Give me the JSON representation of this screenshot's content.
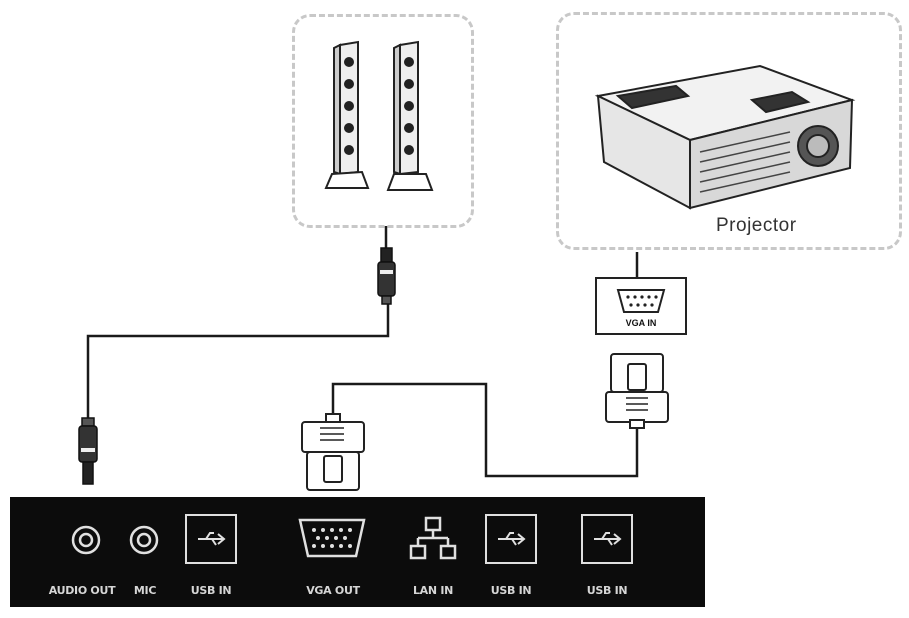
{
  "devices": {
    "projector_label": "Projector",
    "vga_in_label": "VGA IN"
  },
  "panel": {
    "ports": [
      {
        "label": "AUDIO OUT"
      },
      {
        "label": "MIC"
      },
      {
        "label": "USB IN"
      },
      {
        "label": "VGA OUT"
      },
      {
        "label": "LAN IN"
      },
      {
        "label": "USB IN"
      },
      {
        "label": "USB IN"
      }
    ]
  },
  "colors": {
    "panel": "#0c0c0c",
    "line": "#1a1a1a",
    "dash": "#c8c8c8"
  },
  "icons": {
    "speakers": "speakers-icon",
    "projector": "projector-icon",
    "audio_jack": "audio-jack-icon",
    "vga_connector": "vga-connector-icon",
    "usb": "usb-icon",
    "lan": "lan-icon"
  }
}
